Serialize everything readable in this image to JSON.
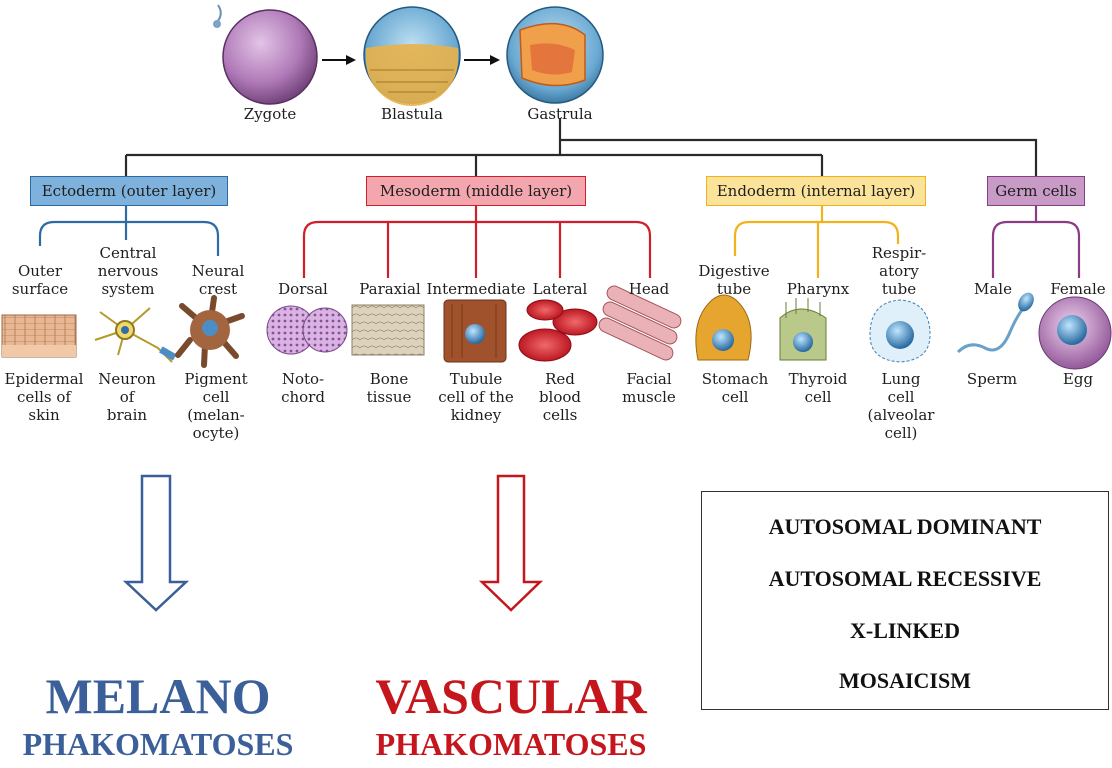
{
  "stages": [
    "Zygote",
    "Blastula",
    "Gastrula"
  ],
  "layers": [
    {
      "label": "Ectoderm (outer layer)",
      "color": "#2e6aa6",
      "fill": "#7eb1dc",
      "branches": [
        {
          "top": "Outer\nsurface",
          "bottom": "Epidermal\ncells of skin"
        },
        {
          "top": "Central\nnervous\nsystem",
          "bottom": "Neuron\nof\nbrain"
        },
        {
          "top": "Neural\ncrest",
          "bottom": "Pigment\ncell\n(melan-\nocyte)"
        }
      ]
    },
    {
      "label": "Mesoderm (middle layer)",
      "color": "#d01e2a",
      "fill": "#f4a6ae",
      "branches": [
        {
          "top": "Dorsal",
          "bottom": "Noto-\nchord"
        },
        {
          "top": "Paraxial",
          "bottom": "Bone\ntissue"
        },
        {
          "top": "Intermediate",
          "bottom": "Tubule\ncell of the\nkidney"
        },
        {
          "top": "Lateral",
          "bottom": "Red\nblood\ncells"
        },
        {
          "top": "Head",
          "bottom": "Facial\nmuscle"
        }
      ]
    },
    {
      "label": "Endoderm (internal layer)",
      "color": "#f2b21c",
      "fill": "#fbe39a",
      "branches": [
        {
          "top": "Digestive\ntube",
          "bottom": "Stomach\ncell"
        },
        {
          "top": "Pharynx",
          "bottom": "Thyroid\ncell"
        },
        {
          "top": "Respir-\natory\ntube",
          "bottom": "Lung\ncell\n(alveolar\ncell)"
        }
      ]
    },
    {
      "label": "Germ cells",
      "color": "#8a3d86",
      "fill": "#c89ac6",
      "branches": [
        {
          "top": "Male",
          "bottom": "Sperm"
        },
        {
          "top": "Female",
          "bottom": "Egg"
        }
      ]
    }
  ],
  "melano": {
    "line1": "MELANO",
    "line2": "PHAKOMATOSES",
    "color": "#3a5f99"
  },
  "vascular": {
    "line1": "VASCULAR",
    "line2": "PHAKOMATOSES",
    "color": "#c4161c"
  },
  "inheritance": [
    "AUTOSOMAL DOMINANT",
    "AUTOSOMAL RECESSIVE",
    "X-LINKED",
    "MOSAICISM"
  ]
}
